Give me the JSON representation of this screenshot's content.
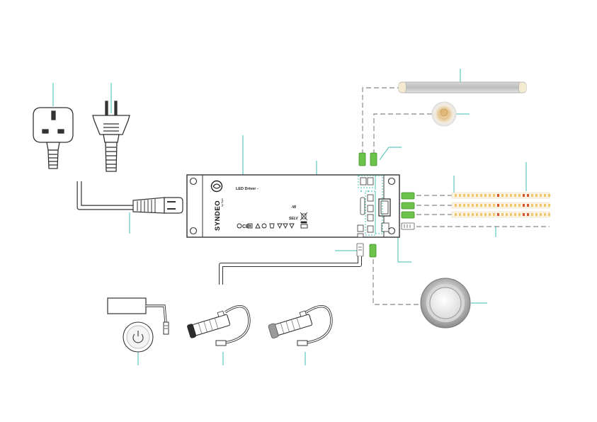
{
  "driver": {
    "brand": "SYNDEO",
    "tagline": "by Tape",
    "model": "LED Driver -",
    "power_mark": "-W",
    "selv": "SELV"
  },
  "icons": [
    "uk-plug",
    "eu-plug",
    "iec-cable",
    "led-driver",
    "linear-light",
    "puck-light",
    "led-strip",
    "dimmer-switch",
    "wireless-remote",
    "dimmer-receiver",
    "door-sensor",
    "motion-sensor",
    "push-button"
  ],
  "colors": {
    "callout": "#3dbcb0",
    "connector": "#6cc24a",
    "wire": "#9a9a9a",
    "outline": "#333333"
  }
}
